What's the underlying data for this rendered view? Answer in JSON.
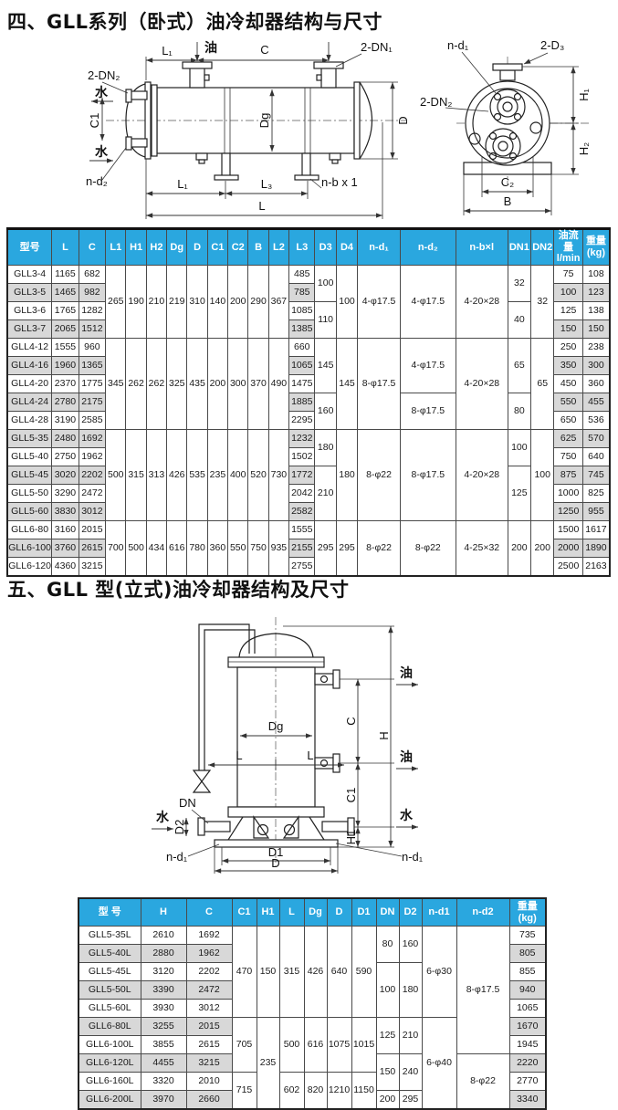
{
  "sections": {
    "s4_title": "四、GLL系列（卧式）油冷却器结构与尺寸",
    "s5_title": "五、GLL 型(立式)油冷却器结构及尺寸"
  },
  "colors": {
    "header_blue": "#2aa7df",
    "row_stripe_gray": "#d8d8d8",
    "border_dark": "#222222",
    "text": "#111111"
  },
  "diagram1": {
    "l1_top": "L₁",
    "oil": "油",
    "c": "C",
    "dn1": "2-DN₁",
    "dn2": "2-DN₂",
    "water_out": "水",
    "c1": "C1",
    "water_in": "水",
    "nd2": "n-d₂",
    "dg": "Dg",
    "d": "D",
    "l1_bottom": "L₁",
    "l3": "L₃",
    "nb": "n-b x 1",
    "l": "L",
    "nd1": "n-d₁",
    "d3": "2-D₃",
    "dn2_end": "2-DN₂",
    "h1": "H₁",
    "h2": "H₂",
    "c2": "C₂",
    "b": "B"
  },
  "diagram2": {
    "oil_top": "油",
    "oil_mid": "油",
    "water_right": "水",
    "water_left": "水",
    "dn": "DN",
    "d2": "D2",
    "c": "C",
    "h": "H",
    "c1": "C1",
    "h1": "H1",
    "dg": "Dg",
    "l_left": "L",
    "l_right": "L",
    "nd1_left": "n-d₁",
    "nd1_right": "n-d₁",
    "d1": "D1",
    "d": "D"
  },
  "table1": {
    "headers": [
      "型号",
      "L",
      "C",
      "L1",
      "H1",
      "H2",
      "Dg",
      "D",
      "C1",
      "C2",
      "B",
      "L2",
      "L3",
      "D3",
      "D4",
      "n-d₁",
      "n-d₂",
      "n-b×l",
      "DN1",
      "DN2",
      "油流量\nl/min",
      "重量\n(kg)"
    ],
    "striped": [
      0,
      1,
      2,
      12,
      20,
      21
    ],
    "rows": [
      [
        {
          "t": "GLL3-4"
        },
        {
          "t": "1165"
        },
        {
          "t": "682"
        },
        {
          "t": "265",
          "rs": 4
        },
        {
          "t": "190",
          "rs": 4
        },
        {
          "t": "210",
          "rs": 4
        },
        {
          "t": "219",
          "rs": 4
        },
        {
          "t": "310",
          "rs": 4
        },
        {
          "t": "140",
          "rs": 4
        },
        {
          "t": "200",
          "rs": 4
        },
        {
          "t": "290",
          "rs": 4
        },
        {
          "t": "367",
          "rs": 4
        },
        {
          "t": "485"
        },
        {
          "t": "100",
          "rs": 2
        },
        {
          "t": "100",
          "rs": 4
        },
        {
          "t": "4-φ17.5",
          "rs": 4
        },
        {
          "t": "4-φ17.5",
          "rs": 4
        },
        {
          "t": "4-20×28",
          "rs": 4
        },
        {
          "t": "32",
          "rs": 2
        },
        {
          "t": "32",
          "rs": 4
        },
        {
          "t": "75"
        },
        {
          "t": "108"
        }
      ],
      [
        {
          "t": "GLL3-5"
        },
        {
          "t": "1465"
        },
        {
          "t": "982"
        },
        {
          "t": "785"
        },
        {
          "t": "100"
        },
        {
          "t": "123"
        }
      ],
      [
        {
          "t": "GLL3-6"
        },
        {
          "t": "1765"
        },
        {
          "t": "1282"
        },
        {
          "t": "1085"
        },
        {
          "t": "110",
          "rs": 2
        },
        {
          "t": "40",
          "rs": 2
        },
        {
          "t": "125"
        },
        {
          "t": "138"
        }
      ],
      [
        {
          "t": "GLL3-7"
        },
        {
          "t": "2065"
        },
        {
          "t": "1512"
        },
        {
          "t": "1385"
        },
        {
          "t": "150"
        },
        {
          "t": "150"
        }
      ],
      [
        {
          "t": "GLL4-12"
        },
        {
          "t": "1555"
        },
        {
          "t": "960"
        },
        {
          "t": "345",
          "rs": 5
        },
        {
          "t": "262",
          "rs": 5
        },
        {
          "t": "262",
          "rs": 5
        },
        {
          "t": "325",
          "rs": 5
        },
        {
          "t": "435",
          "rs": 5
        },
        {
          "t": "200",
          "rs": 5
        },
        {
          "t": "300",
          "rs": 5
        },
        {
          "t": "370",
          "rs": 5
        },
        {
          "t": "490",
          "rs": 5
        },
        {
          "t": "660"
        },
        {
          "t": "145",
          "rs": 3
        },
        {
          "t": "145",
          "rs": 5
        },
        {
          "t": "8-φ17.5",
          "rs": 5
        },
        {
          "t": "4-φ17.5",
          "rs": 3
        },
        {
          "t": "4-20×28",
          "rs": 5
        },
        {
          "t": "65",
          "rs": 3
        },
        {
          "t": "65",
          "rs": 5
        },
        {
          "t": "250"
        },
        {
          "t": "238"
        }
      ],
      [
        {
          "t": "GLL4-16"
        },
        {
          "t": "1960"
        },
        {
          "t": "1365"
        },
        {
          "t": "1065"
        },
        {
          "t": "350"
        },
        {
          "t": "300"
        }
      ],
      [
        {
          "t": "GLL4-20"
        },
        {
          "t": "2370"
        },
        {
          "t": "1775"
        },
        {
          "t": "1475"
        },
        {
          "t": "450"
        },
        {
          "t": "360"
        }
      ],
      [
        {
          "t": "GLL4-24"
        },
        {
          "t": "2780"
        },
        {
          "t": "2175"
        },
        {
          "t": "1885"
        },
        {
          "t": "160",
          "rs": 2
        },
        {
          "t": "8-φ17.5",
          "rs": 2
        },
        {
          "t": "80",
          "rs": 2
        },
        {
          "t": "550"
        },
        {
          "t": "455"
        }
      ],
      [
        {
          "t": "GLL4-28"
        },
        {
          "t": "3190"
        },
        {
          "t": "2585"
        },
        {
          "t": "2295"
        },
        {
          "t": "650"
        },
        {
          "t": "536"
        }
      ],
      [
        {
          "t": "GLL5-35"
        },
        {
          "t": "2480"
        },
        {
          "t": "1692"
        },
        {
          "t": "500",
          "rs": 5
        },
        {
          "t": "315",
          "rs": 5
        },
        {
          "t": "313",
          "rs": 5
        },
        {
          "t": "426",
          "rs": 5
        },
        {
          "t": "535",
          "rs": 5
        },
        {
          "t": "235",
          "rs": 5
        },
        {
          "t": "400",
          "rs": 5
        },
        {
          "t": "520",
          "rs": 5
        },
        {
          "t": "730",
          "rs": 5
        },
        {
          "t": "1232"
        },
        {
          "t": "180",
          "rs": 2
        },
        {
          "t": "180",
          "rs": 5
        },
        {
          "t": "8-φ22",
          "rs": 5
        },
        {
          "t": "8-φ17.5",
          "rs": 5
        },
        {
          "t": "4-20×28",
          "rs": 5
        },
        {
          "t": "100",
          "rs": 2
        },
        {
          "t": "100",
          "rs": 5
        },
        {
          "t": "625"
        },
        {
          "t": "570"
        }
      ],
      [
        {
          "t": "GLL5-40"
        },
        {
          "t": "2750"
        },
        {
          "t": "1962"
        },
        {
          "t": "1502"
        },
        {
          "t": "750"
        },
        {
          "t": "640"
        }
      ],
      [
        {
          "t": "GLL5-45"
        },
        {
          "t": "3020"
        },
        {
          "t": "2202"
        },
        {
          "t": "1772"
        },
        {
          "t": "210",
          "rs": 3
        },
        {
          "t": "125",
          "rs": 3
        },
        {
          "t": "875"
        },
        {
          "t": "745"
        }
      ],
      [
        {
          "t": "GLL5-50"
        },
        {
          "t": "3290"
        },
        {
          "t": "2472"
        },
        {
          "t": "2042"
        },
        {
          "t": "1000"
        },
        {
          "t": "825"
        }
      ],
      [
        {
          "t": "GLL5-60"
        },
        {
          "t": "3830"
        },
        {
          "t": "3012"
        },
        {
          "t": "2582"
        },
        {
          "t": "1250"
        },
        {
          "t": "955"
        }
      ],
      [
        {
          "t": "GLL6-80"
        },
        {
          "t": "3160"
        },
        {
          "t": "2015"
        },
        {
          "t": "700",
          "rs": 3
        },
        {
          "t": "500",
          "rs": 3
        },
        {
          "t": "434",
          "rs": 3
        },
        {
          "t": "616",
          "rs": 3
        },
        {
          "t": "780",
          "rs": 3
        },
        {
          "t": "360",
          "rs": 3
        },
        {
          "t": "550",
          "rs": 3
        },
        {
          "t": "750",
          "rs": 3
        },
        {
          "t": "935",
          "rs": 3
        },
        {
          "t": "1555"
        },
        {
          "t": "295",
          "rs": 3
        },
        {
          "t": "295",
          "rs": 3
        },
        {
          "t": "8-φ22",
          "rs": 3
        },
        {
          "t": "8-φ22",
          "rs": 3
        },
        {
          "t": "4-25×32",
          "rs": 3
        },
        {
          "t": "200",
          "rs": 3
        },
        {
          "t": "200",
          "rs": 3
        },
        {
          "t": "1500"
        },
        {
          "t": "1617"
        }
      ],
      [
        {
          "t": "GLL6-100"
        },
        {
          "t": "3760"
        },
        {
          "t": "2615"
        },
        {
          "t": "2155"
        },
        {
          "t": "2000"
        },
        {
          "t": "1890"
        }
      ],
      [
        {
          "t": "GLL6-120"
        },
        {
          "t": "4360"
        },
        {
          "t": "3215"
        },
        {
          "t": "2755"
        },
        {
          "t": "2500"
        },
        {
          "t": "2163"
        }
      ]
    ]
  },
  "table2": {
    "headers": [
      "型 号",
      "H",
      "C",
      "C1",
      "H1",
      "L",
      "Dg",
      "D",
      "D1",
      "DN",
      "D2",
      "n-d1",
      "n-d2",
      "重量\n(kg)"
    ],
    "striped": [
      0,
      1,
      2,
      13
    ],
    "rows": [
      [
        {
          "t": "GLL5-35L"
        },
        {
          "t": "2610"
        },
        {
          "t": "1692"
        },
        {
          "t": "470",
          "rs": 5
        },
        {
          "t": "150",
          "rs": 5
        },
        {
          "t": "315",
          "rs": 5
        },
        {
          "t": "426",
          "rs": 5
        },
        {
          "t": "640",
          "rs": 5
        },
        {
          "t": "590",
          "rs": 5
        },
        {
          "t": "80",
          "rs": 2
        },
        {
          "t": "160",
          "rs": 2
        },
        {
          "t": "6-φ30",
          "rs": 5
        },
        {
          "t": "8-φ17.5",
          "rs": 7
        },
        {
          "t": "735"
        }
      ],
      [
        {
          "t": "GLL5-40L"
        },
        {
          "t": "2880"
        },
        {
          "t": "1962"
        },
        {
          "t": "805"
        }
      ],
      [
        {
          "t": "GLL5-45L"
        },
        {
          "t": "3120"
        },
        {
          "t": "2202"
        },
        {
          "t": "100",
          "rs": 3
        },
        {
          "t": "180",
          "rs": 3
        },
        {
          "t": "855"
        }
      ],
      [
        {
          "t": "GLL5-50L"
        },
        {
          "t": "3390"
        },
        {
          "t": "2472"
        },
        {
          "t": "940"
        }
      ],
      [
        {
          "t": "GLL5-60L"
        },
        {
          "t": "3930"
        },
        {
          "t": "3012"
        },
        {
          "t": "1065"
        }
      ],
      [
        {
          "t": "GLL6-80L"
        },
        {
          "t": "3255"
        },
        {
          "t": "2015"
        },
        {
          "t": "705",
          "rs": 3
        },
        {
          "t": "235",
          "rs": 5
        },
        {
          "t": "500",
          "rs": 3
        },
        {
          "t": "616",
          "rs": 3
        },
        {
          "t": "1075",
          "rs": 3
        },
        {
          "t": "1015",
          "rs": 3
        },
        {
          "t": "125",
          "rs": 2
        },
        {
          "t": "210",
          "rs": 2
        },
        {
          "t": "6-φ40",
          "rs": 5
        },
        {
          "t": "1670"
        }
      ],
      [
        {
          "t": "GLL6-100L"
        },
        {
          "t": "3855"
        },
        {
          "t": "2615"
        },
        {
          "t": "1945"
        }
      ],
      [
        {
          "t": "GLL6-120L"
        },
        {
          "t": "4455"
        },
        {
          "t": "3215"
        },
        {
          "t": "150",
          "rs": 2
        },
        {
          "t": "240",
          "rs": 2
        },
        {
          "t": "8-φ22",
          "rs": 3
        },
        {
          "t": "2220"
        }
      ],
      [
        {
          "t": "GLL6-160L"
        },
        {
          "t": "3320"
        },
        {
          "t": "2010"
        },
        {
          "t": "715",
          "rs": 2
        },
        {
          "t": "602",
          "rs": 2
        },
        {
          "t": "820",
          "rs": 2
        },
        {
          "t": "1210",
          "rs": 2
        },
        {
          "t": "1150",
          "rs": 2
        },
        {
          "t": "2770"
        }
      ],
      [
        {
          "t": "GLL6-200L"
        },
        {
          "t": "3970"
        },
        {
          "t": "2660"
        },
        {
          "t": "200"
        },
        {
          "t": "295"
        },
        {
          "t": "3340"
        }
      ]
    ]
  }
}
